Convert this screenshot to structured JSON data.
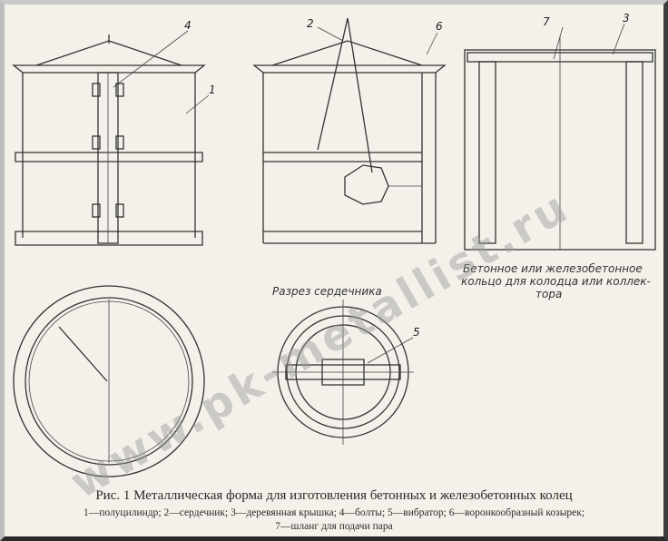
{
  "figure": {
    "title": "Рис. 1   Металлическая форма для изготовления бетонных и железобетонных колец",
    "legend_line1": "1—полуцилиндр; 2—сердечник; 3—деревянная крышка; 4—болты; 5—вибратор; 6—воронкообразный козырек;",
    "legend_line2": "7—шланг для подачи пара"
  },
  "labels": {
    "ring_note_1": "Бетонное или железобетонное",
    "ring_note_2": "кольцо для колодца или коллек-",
    "ring_note_3": "тора",
    "core_section": "Разрез сердечника",
    "n1": "1",
    "n2": "2",
    "n3": "3",
    "n4": "4",
    "n5": "5",
    "n6": "6",
    "n7": "7"
  },
  "watermark": "www.pk-metallist.ru"
}
